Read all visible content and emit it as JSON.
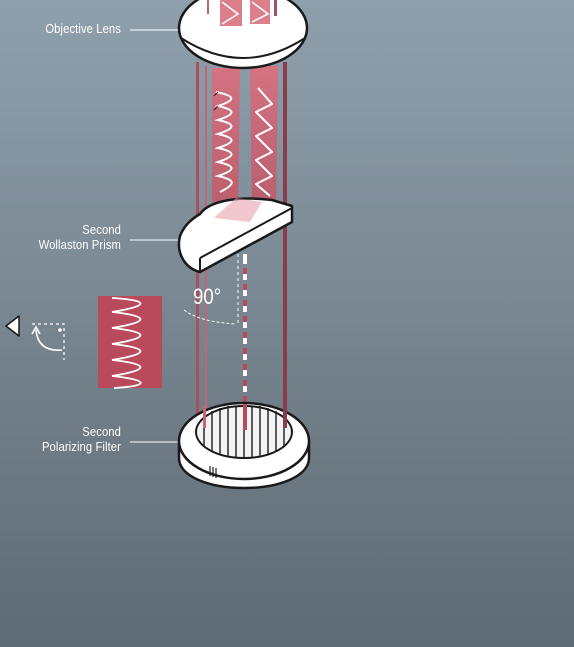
{
  "labels": {
    "objective_lens": "Objective Lens",
    "second_wollaston_prism_line1": "Second",
    "second_wollaston_prism_line2": "Wollaston Prism",
    "second_polarizing_filter_line1": "Second",
    "second_polarizing_filter_line2": "Polarizing Filter"
  },
  "angle": "90°",
  "colors": {
    "background_top": "#8fa0ad",
    "background_bottom": "#5f6b74",
    "beam": "#c85a6a",
    "beam_dark": "#a8404f",
    "component_fill": "#ffffff",
    "outline": "#1a1a1a",
    "wave_box": "#b94a5c"
  },
  "icons": {
    "play_left": "triangle-left-icon",
    "rotation": "rotation-arrow-icon"
  }
}
